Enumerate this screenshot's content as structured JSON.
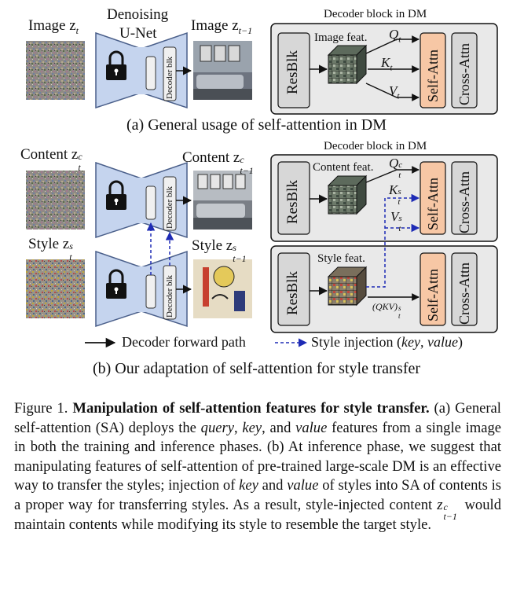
{
  "panel_a": {
    "image_zt_label": "Image z",
    "image_zt_sub": "t",
    "unet_title_line1": "Denoising",
    "unet_title_line2": "U-Net",
    "image_zt1_label": "Image z",
    "image_zt1_sub": "t−1",
    "decoder_blk": "Decoder blk",
    "dm_block_title": "Decoder block in DM",
    "resblk": "ResBlk",
    "feat_label": "Image feat.",
    "q": "Q",
    "k": "K",
    "v": "V",
    "qkv_sub": "t",
    "self_attn": "Self-Attn",
    "cross_attn": "Cross-Attn",
    "caption": "(a)  General usage of self-attention in DM"
  },
  "panel_b": {
    "content_label": "Content z",
    "content_sup": "c",
    "content_sub": "t",
    "content_out_label": "Content z",
    "content_out_sup": "c",
    "content_out_sub": "t−1",
    "style_label": "Style z",
    "style_sup": "s",
    "style_sub": "t",
    "style_out_label": "Style z",
    "style_out_sup": "s",
    "style_out_sub": "t−1",
    "decoder_blk": "Decoder blk",
    "dm_block_title": "Decoder block in DM",
    "resblk": "ResBlk",
    "content_feat": "Content feat.",
    "style_feat": "Style feat.",
    "q": "Q",
    "k": "K",
    "v": "V",
    "sup_c": "c",
    "sup_s": "s",
    "sub_t": "t",
    "qkv_style": "(QKV)",
    "self_attn": "Self-Attn",
    "cross_attn": "Cross-Attn",
    "legend_forward": "Decoder forward path",
    "legend_injection_prefix": "Style injection (",
    "legend_injection_key": "key",
    "legend_injection_sep": ", ",
    "legend_injection_value": "value",
    "legend_injection_suffix": ")",
    "caption": "(b)  Our adaptation of self-attention for style transfer"
  },
  "figure_caption": {
    "fig_label": "Figure 1.",
    "title": "Manipulation of self-attention features for style transfer.",
    "seg1": "(a) General self-attention (SA) deploys the",
    "query": "query",
    "comma1": ",",
    "key": "key",
    "seg2": ", and",
    "value": "value",
    "seg3": "features from a single image in both the training and inference phases. (b) At inference phase, we suggest that manipulating features of self-attention of pre-trained large-scale DM is an effective way to transfer the styles; injection of",
    "key2": "key",
    "and": "and",
    "value2": "value",
    "seg4": "of styles into SA of contents is a proper way for transferring styles. As a result, style-injected content",
    "zvar": "z",
    "zsup": "c",
    "zsub": "t−1",
    "seg5": "would maintain contents while modifying its style to resemble the target style."
  },
  "colors": {
    "unet_fill": "#c5d4ee",
    "unet_stroke": "#4a5f8a",
    "self_attn_fill": "#f7c7a5",
    "panel_fill": "#e9e9e9",
    "inner_fill": "#d7d7d7",
    "injection_arrow": "#1e2bb5"
  }
}
